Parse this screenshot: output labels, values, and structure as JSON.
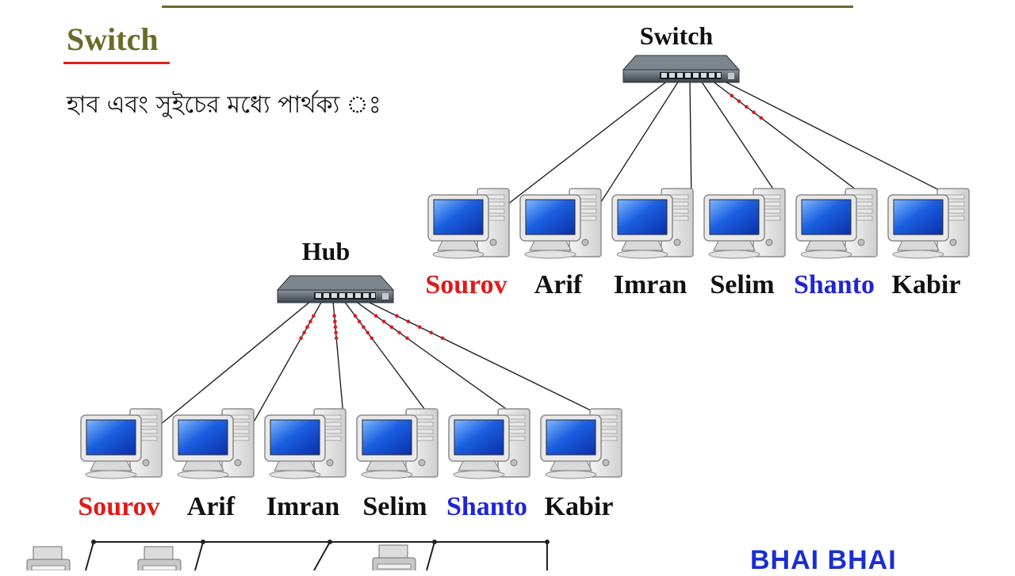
{
  "slide": {
    "title": "Switch",
    "subtitle": "হাব এবং সুইচের মধ্যে পার্থক্য ঃ"
  },
  "colors": {
    "title": "#6b6b2a",
    "underline": "#e02020",
    "red": "#e01a1a",
    "blue": "#1f25d6",
    "black": "#111111",
    "brand": "#1a2fd0"
  },
  "switch_network": {
    "device_label": "Switch",
    "computers": [
      {
        "name": "Sourov",
        "color": "red"
      },
      {
        "name": "Arif",
        "color": "black"
      },
      {
        "name": "Imran",
        "color": "black"
      },
      {
        "name": "Selim",
        "color": "black"
      },
      {
        "name": "Shanto",
        "color": "blue"
      },
      {
        "name": "Kabir",
        "color": "black"
      }
    ],
    "signal_paths": [
      4
    ]
  },
  "hub_network": {
    "device_label": "Hub",
    "computers": [
      {
        "name": "Sourov",
        "color": "red"
      },
      {
        "name": "Arif",
        "color": "black"
      },
      {
        "name": "Imran",
        "color": "black"
      },
      {
        "name": "Selim",
        "color": "black"
      },
      {
        "name": "Shanto",
        "color": "blue"
      },
      {
        "name": "Kabir",
        "color": "black"
      }
    ],
    "signal_paths": [
      1,
      2,
      3,
      4,
      5
    ]
  },
  "brand": "BHAI BHAI"
}
